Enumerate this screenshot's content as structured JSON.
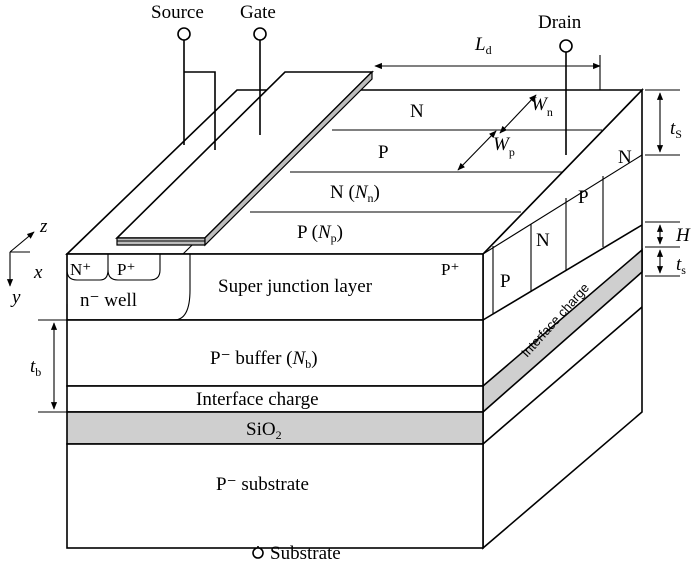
{
  "terminals": {
    "source": "Source",
    "gate": "Gate",
    "drain": "Drain",
    "substrate": "Substrate"
  },
  "dimensions": {
    "ld": "L",
    "ld_sub": "d",
    "wn": "W",
    "wn_sub": "n",
    "wp": "W",
    "wp_sub": "p",
    "ts_top": "t",
    "ts_top_sub": "S",
    "h": "H",
    "ts": "t",
    "ts_sub": "s",
    "tb": "t",
    "tb_sub": "b"
  },
  "top_strips": {
    "n1": "N",
    "p1": "P",
    "n2_main": "N (",
    "n2_var": "N",
    "n2_sub": "n",
    "n2_close": ")",
    "p2_main": "P (",
    "p2_var": "N",
    "p2_sub": "p",
    "p2_close": ")"
  },
  "side_pillars": [
    "N",
    "P",
    "N",
    "P"
  ],
  "front_face": {
    "nplus": "N⁺",
    "pplus_left": "P⁺",
    "pplus_right": "P⁺",
    "nwell": "n⁻ well",
    "sj_layer": "Super junction layer",
    "buffer_main": "P⁻ buffer (",
    "buffer_var": "N",
    "buffer_sub": "b",
    "buffer_close": ")",
    "interface_charge": "Interface charge",
    "oxide": "SiO",
    "oxide_sub": "2",
    "substrate": "P⁻ substrate"
  },
  "side_face": {
    "interface_charge": "Interface charge"
  },
  "axes": {
    "z": "z",
    "x": "x",
    "y": "y"
  }
}
